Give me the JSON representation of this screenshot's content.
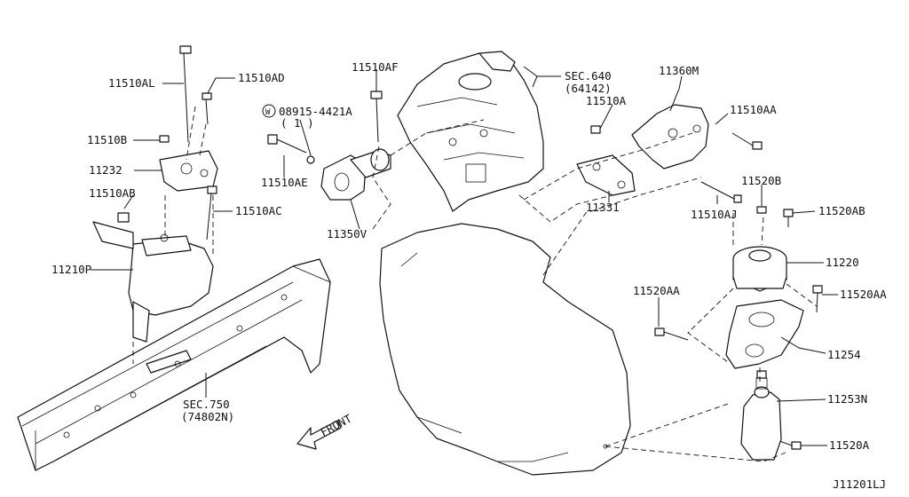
{
  "diagram_code": "J11201LJ",
  "front_label": "FRONT",
  "callouts": {
    "p11510AL": "11510AL",
    "p11510AD": "11510AD",
    "p11510B": "11510B",
    "p11232": "11232",
    "p11510AB": "11510AB",
    "p11510AC": "11510AC",
    "p11210P": "11210P",
    "p08915": "08915-4421A",
    "p08915_qty": "( 1 )",
    "p08915_mark": "W",
    "p11510AF": "11510AF",
    "p11510AE": "11510AE",
    "p11350V": "11350V",
    "sec640": "SEC.640",
    "sec640_sub": "(64142)",
    "p11510A": "11510A",
    "p11360M": "11360M",
    "p11510AA": "11510AA",
    "p11331": "11331",
    "p11510AJ": "11510AJ",
    "p11520B": "11520B",
    "p11520AB": "11520AB",
    "p11220": "11220",
    "p11520AA_left": "11520AA",
    "p11520AA_right": "11520AA",
    "p11254": "11254",
    "p11253N": "11253N",
    "p11520A": "11520A",
    "sec750": "SEC.750",
    "sec750_sub": "(74802N)"
  }
}
